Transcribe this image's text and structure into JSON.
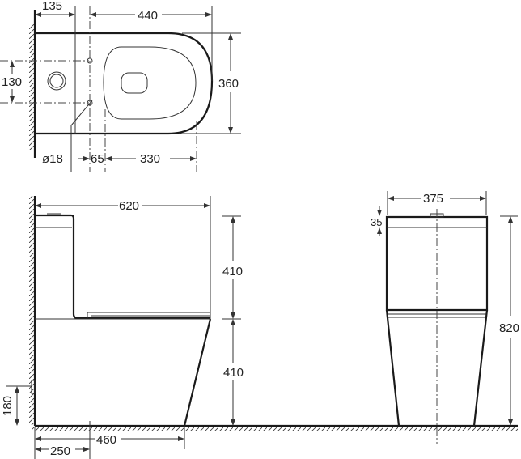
{
  "drawing": {
    "title": "One-piece toilet dimension drawing",
    "plan_view": {
      "dim_wall_to_tank": "135",
      "dim_bowl_length": "440",
      "dim_waste_offset": "130",
      "dim_width": "360",
      "dim_hole_diameter": "ø18",
      "dim_hole_offset": "65",
      "dim_seat_length": "330"
    },
    "side_view": {
      "dim_total_depth": "620",
      "dim_tank_height": "410",
      "dim_bowl_height": "410",
      "dim_inlet_height": "180",
      "dim_outlet_center": "250",
      "dim_base_depth": "460"
    },
    "front_view": {
      "dim_width": "375",
      "dim_lid_thickness": "35",
      "dim_total_height": "820"
    }
  }
}
